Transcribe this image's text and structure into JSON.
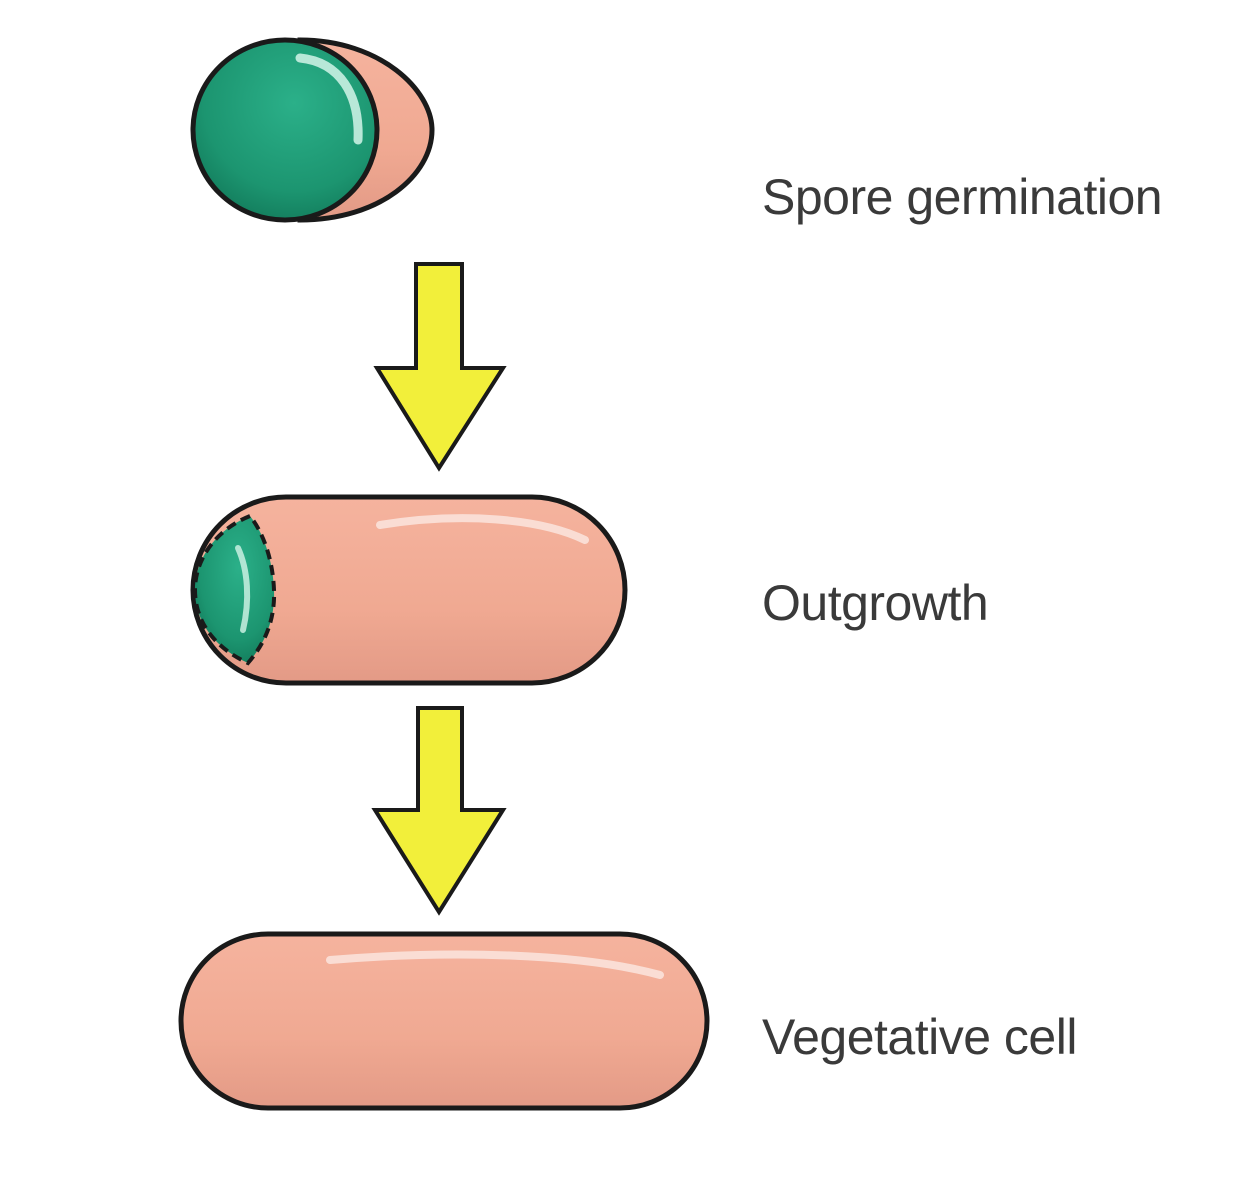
{
  "stages": [
    {
      "id": "spore",
      "label": "Spore germination"
    },
    {
      "id": "outgrowth",
      "label": "Outgrowth"
    },
    {
      "id": "vegetative",
      "label": "Vegetative cell"
    }
  ],
  "colors": {
    "spore_coat": "#1f9a74",
    "spore_coat_dark": "#138060",
    "cell_body": "#f0a992",
    "cell_body_shade": "#e59a86",
    "arrow_fill": "#f2ef3a",
    "outline": "#1a1a1a",
    "label_text": "#3a3a3a"
  },
  "icons": {
    "transition_arrow": "down-arrow-icon"
  }
}
